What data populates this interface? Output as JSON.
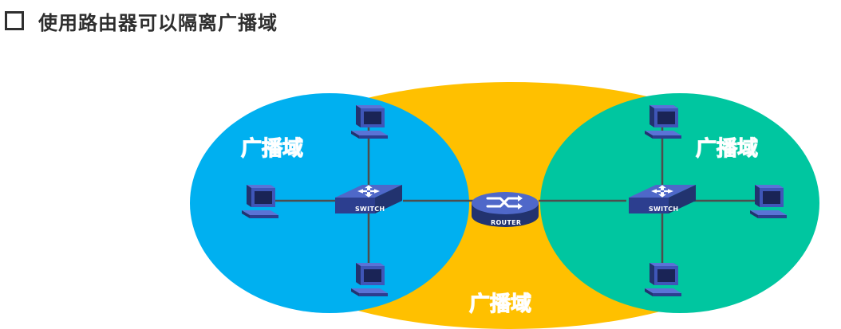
{
  "slide": {
    "title": "使用路由器可以隔离广播域"
  },
  "diagram": {
    "zones": [
      {
        "id": "left",
        "label": "广播域",
        "color": "#00b0f0"
      },
      {
        "id": "center",
        "label": "广播域",
        "color": "#ffc000"
      },
      {
        "id": "right",
        "label": "广播域",
        "color": "#00c6a0"
      }
    ],
    "devices": {
      "left_switch_label": "SWITCH",
      "right_switch_label": "SWITCH",
      "router_label": "ROUTER"
    },
    "colors": {
      "device_blue": "#2c3e8f",
      "device_blue_light": "#3f56b8",
      "link": "#4d4d4d"
    }
  }
}
